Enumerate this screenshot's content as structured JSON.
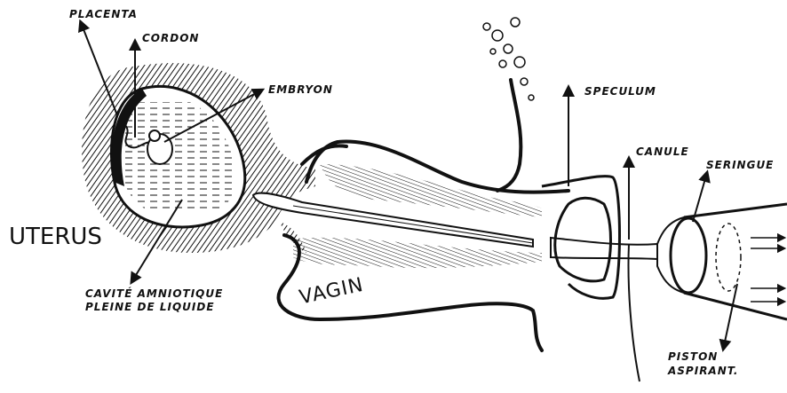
{
  "labels": {
    "placenta": "PLACENTA",
    "cordon": "CORDON",
    "embryon": "EMBRYON",
    "uterus": "UTERUS",
    "cavite_line1": "CAVITÉ AMNIOTIQUE",
    "cavite_line2": "PLEINE DE LIQUIDE",
    "vagin": "VAGIN",
    "speculum": "SPECULUM",
    "canule": "CANULE",
    "seringue": "SERINGUE",
    "piston_line1": "PISTON",
    "piston_line2": "ASPIRANT."
  },
  "colors": {
    "ink": "#111111",
    "paper": "#ffffff"
  }
}
